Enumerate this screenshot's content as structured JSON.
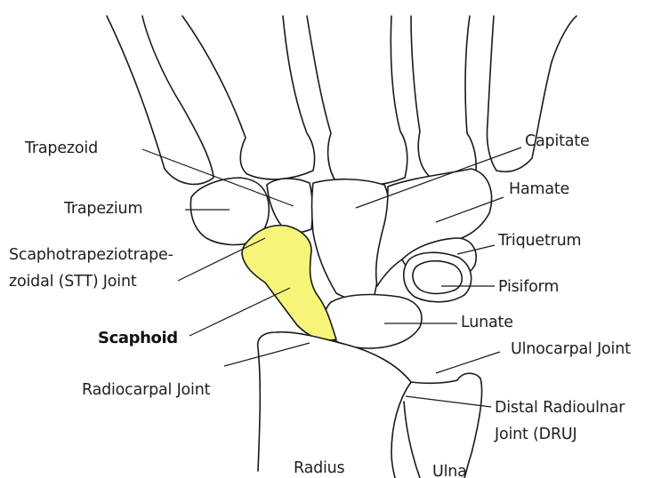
{
  "colors": {
    "highlight": "#f6f57a",
    "outline": "#1a1a1a",
    "text": "#1f1f1f",
    "background": "#ffffff"
  },
  "labels": {
    "trapezoid": "Trapezoid",
    "trapezium": "Trapezium",
    "stt_line1": "Scaphotrapeziotrape-",
    "stt_line2": "zoidal (STT) Joint",
    "scaphoid": "Scaphoid",
    "radiocarpal": "Radiocarpal Joint",
    "capitate": "Capitate",
    "hamate": "Hamate",
    "triquetrum": "Triquetrum",
    "pisiform": "Pisiform",
    "lunate": "Lunate",
    "ulnocarpal": "Ulnocarpal Joint",
    "druj_line1": "Distal Radioulnar",
    "druj_line2": "Joint (DRUJ",
    "radius": "Radius",
    "ulna": "Ulna"
  },
  "highlighted_bone": "Scaphoid"
}
